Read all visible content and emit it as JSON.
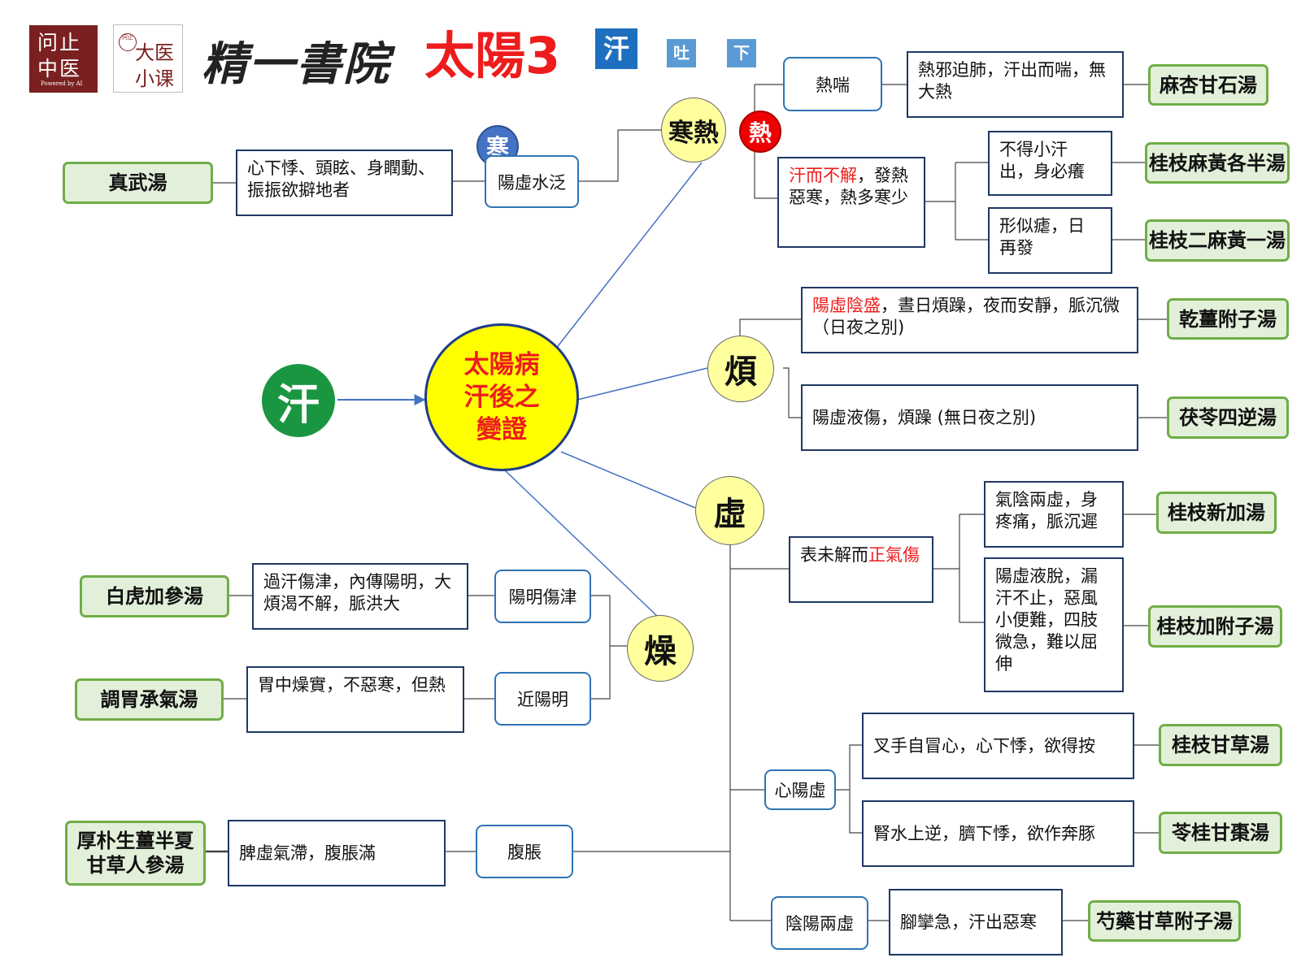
{
  "header": {
    "logo1": {
      "line1": "问止",
      "line2": "中医",
      "tag": "Powered by AI"
    },
    "logo2": {
      "seal": "问止",
      "line1": "大医",
      "line2": "小课"
    },
    "brand": "精一書院",
    "title": "太陽3",
    "chips": [
      "汗",
      "吐",
      "下"
    ]
  },
  "center": {
    "start": "汗",
    "hub_lines": [
      "太陽病",
      "汗後之",
      "變證"
    ]
  },
  "branches": {
    "hanre": {
      "label": "寒熱",
      "cold_badge": "寒",
      "hot_badge": "熱",
      "cold": {
        "node": "陽虛水泛",
        "desc": "心下悸、頭眩、身瞤動、振振欲擗地者",
        "formula": "真武湯"
      },
      "hot1": {
        "node": "熱喘",
        "desc": "熱邪迫肺，汗出而喘，無大熱",
        "formula": "麻杏甘石湯"
      },
      "hot2": {
        "desc_red": "汗而不解",
        "desc_rest": "，發熱惡寒，熱多寒少",
        "sub1": {
          "desc": "不得小汗出，身必癢",
          "formula": "桂枝麻黃各半湯"
        },
        "sub2": {
          "desc": "形似瘧，日再發",
          "formula": "桂枝二麻黃一湯"
        }
      }
    },
    "fan": {
      "label": "煩",
      "item1": {
        "desc_red": "陽虛陰盛",
        "desc_rest": "，晝日煩躁，夜而安靜，脈沉微（日夜之別)",
        "formula": "乾薑附子湯"
      },
      "item2": {
        "desc": "陽虛液傷，煩躁 (無日夜之別)",
        "formula": "茯苓四逆湯"
      }
    },
    "xu": {
      "label": "虛",
      "biao": {
        "desc_a": "表未解而",
        "desc_red": "正氣傷",
        "sub1": {
          "desc": "氣陰兩虛，身疼痛，脈沉遲",
          "formula": "桂枝新加湯"
        },
        "sub2": {
          "desc": "陽虛液脫，漏汗不止，惡風小便難，四肢微急，難以屈伸",
          "formula": "桂枝加附子湯"
        }
      },
      "xinyang": {
        "node": "心陽虛",
        "sub1": {
          "desc": "叉手自冒心，心下悸，欲得按",
          "formula": "桂枝甘草湯"
        },
        "sub2": {
          "desc": "腎水上逆，臍下悸，欲作奔豚",
          "formula": "苓桂甘棗湯"
        }
      },
      "yinyang": {
        "node": "陰陽兩虛",
        "desc": "腳攣急，汗出惡寒",
        "formula": "芍藥甘草附子湯"
      },
      "fuzhang": {
        "node": "腹脹",
        "desc": "脾虛氣滯，腹脹滿",
        "formula": "厚朴生薑半夏甘草人參湯"
      }
    },
    "zao": {
      "label": "燥",
      "item1": {
        "node": "陽明傷津",
        "desc": "過汗傷津，內傳陽明，大煩渴不解，脈洪大",
        "formula": "白虎加參湯"
      },
      "item2": {
        "node": "近陽明",
        "desc": "胃中燥實，不惡寒，但熱",
        "formula": "調胃承氣湯"
      }
    }
  },
  "colors": {
    "accent_red": "#ee1c1c",
    "hub": "#ffff00",
    "node_yellow": "#ffff9e",
    "green_fill": "#e2efd9",
    "green_border": "#70ad47",
    "blue_border": "#2e74b5",
    "start_green": "#1a9641"
  }
}
